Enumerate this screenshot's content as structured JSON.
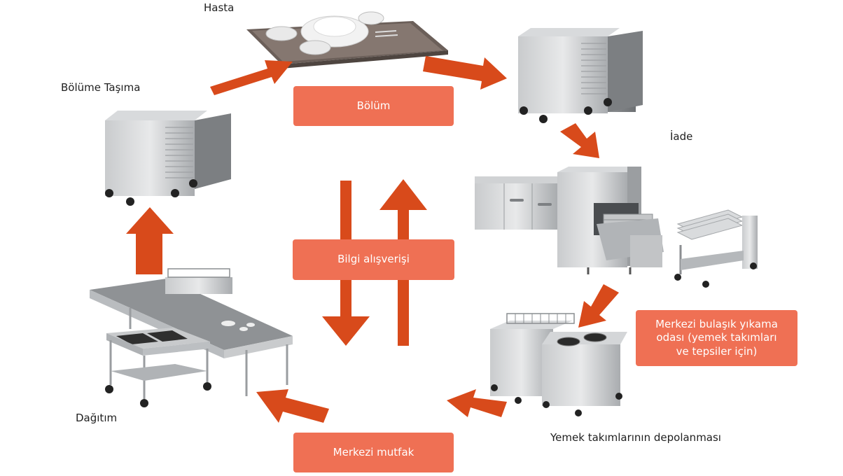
{
  "labels": {
    "hasta": "Hasta",
    "bolume_tasima": "Bölüme Taşıma",
    "iade": "İade",
    "dagitim": "Dağıtım",
    "depolanma": "Yemek takımlarının depolanması"
  },
  "boxes": {
    "bolum": "Bölüm",
    "bilgi": "Bilgi alışverişi",
    "merkezi_mutfak": "Merkezi mutfak",
    "bulasik_line1": "Merkezi bulaşık yıkama",
    "bulasik_line2": "odası (yemek takımları",
    "bulasik_line3": "ve tepsiler için)"
  },
  "colors": {
    "arrow": "#d84a1b",
    "box": "#ef7054",
    "steel": "#b5b8bb"
  }
}
